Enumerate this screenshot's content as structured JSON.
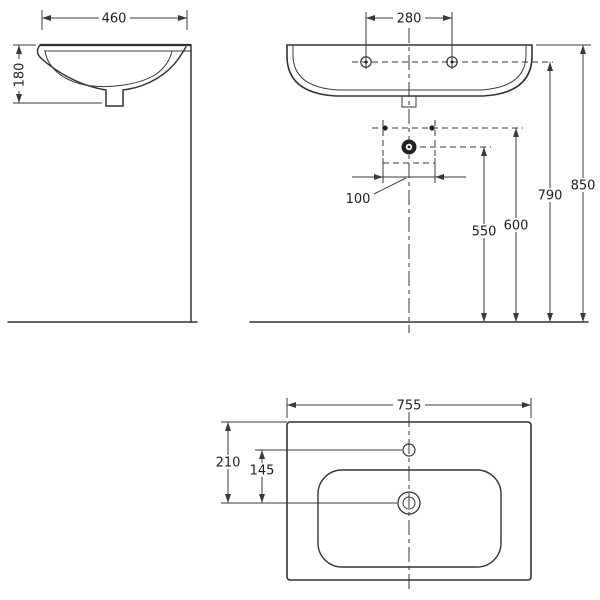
{
  "title": "Washbasin dimensional technical drawing",
  "colors": {
    "line": "#333333",
    "background": "#ffffff"
  },
  "views": {
    "side": {
      "name": "side view",
      "dims": {
        "width": "460",
        "depth": "180"
      }
    },
    "front": {
      "name": "front view",
      "dims": {
        "tap_spacing": "280",
        "drain_offset": "100",
        "drain_height": "550",
        "fixing_height": "600",
        "rim_height": "790",
        "overall_height": "850"
      }
    },
    "plan": {
      "name": "plan view",
      "dims": {
        "width": "755",
        "front_to_drain": "210",
        "tap_to_drain": "145"
      }
    }
  }
}
